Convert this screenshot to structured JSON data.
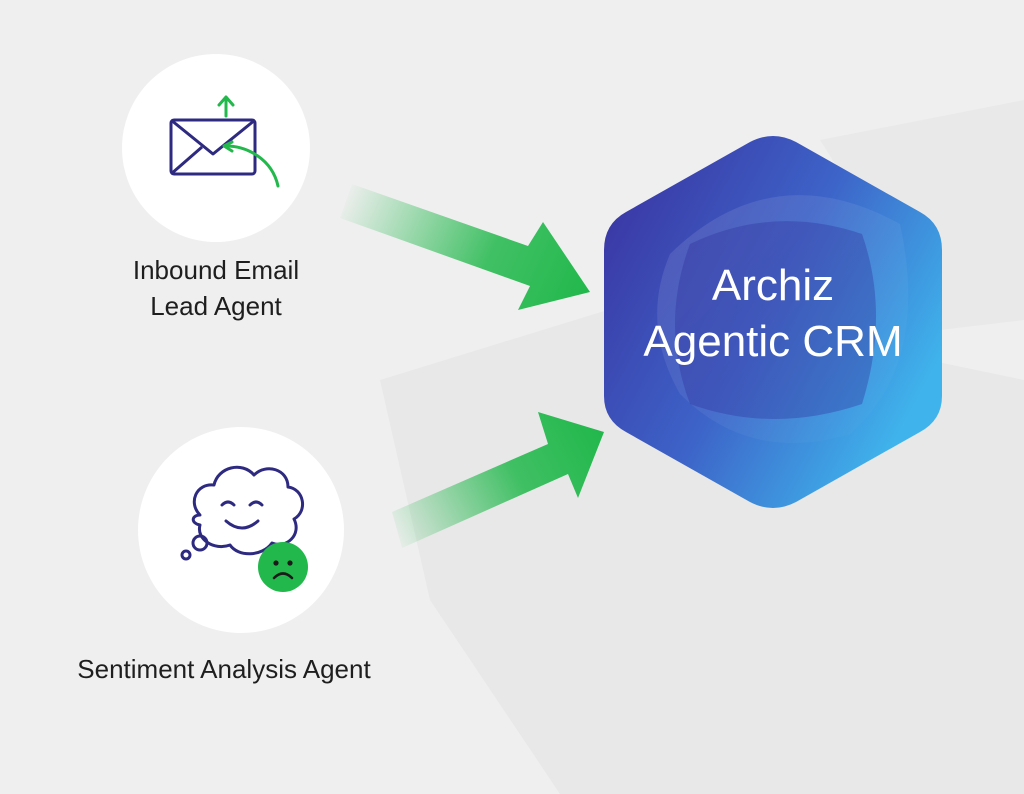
{
  "agents": {
    "email": {
      "label_line1": "Inbound Email",
      "label_line2": "Lead Agent",
      "icon": "envelope-with-arrow-icon"
    },
    "sentiment": {
      "label": "Sentiment Analysis Agent",
      "icon": "smiling-thought-cloud-icon"
    }
  },
  "crm": {
    "title_line1": "Archiz",
    "title_line2": "Agentic CRM"
  },
  "colors": {
    "background": "#efefef",
    "icon_stroke": "#2e2a80",
    "accent_green": "#22b84c",
    "hex_dark": "#3a2f9e",
    "hex_light": "#3fb4ec",
    "label_text": "#1e1e1e"
  }
}
